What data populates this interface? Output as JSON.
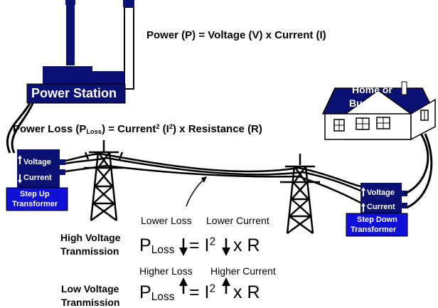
{
  "power_station": {
    "label": "Power Station"
  },
  "home": {
    "line1": "Home or",
    "line2": "Business"
  },
  "formula_power": {
    "text": "Power (P) = Voltage (V) x Current (I)"
  },
  "formula_loss": {
    "prefix": "Power Loss (P",
    "sub": "Loss",
    "mid": ") =  Current",
    "sup": "2",
    "mid2": " (I",
    "sup2": "2",
    "suffix": ") x Resistance (R)"
  },
  "step_up": {
    "voltage": "Voltage",
    "current": "Current",
    "title_line1": "Step Up",
    "title_line2": "Transformer"
  },
  "step_down": {
    "voltage": "Voltage",
    "current": "Current",
    "title_line1": "Step Down",
    "title_line2": "Transformer"
  },
  "high_voltage": {
    "label_line1": "High Voltage",
    "label_line2": "Tranmission",
    "loss_note": "Lower Loss",
    "current_note": "Lower Current",
    "p": "P",
    "p_sub": "Loss",
    "eq": " = I",
    "sq": "2",
    "xr": " x R"
  },
  "low_voltage": {
    "label_line1": "Low Voltage",
    "label_line2": "Tranmission",
    "loss_note": "Higher Loss",
    "current_note": "Higher Current",
    "p": "P",
    "p_sub": "Loss",
    "eq": " = I",
    "sq": "2",
    "xr": " x R"
  },
  "colors": {
    "navy": "#0a1172",
    "blue": "#1010d8",
    "wire": "#000000"
  }
}
